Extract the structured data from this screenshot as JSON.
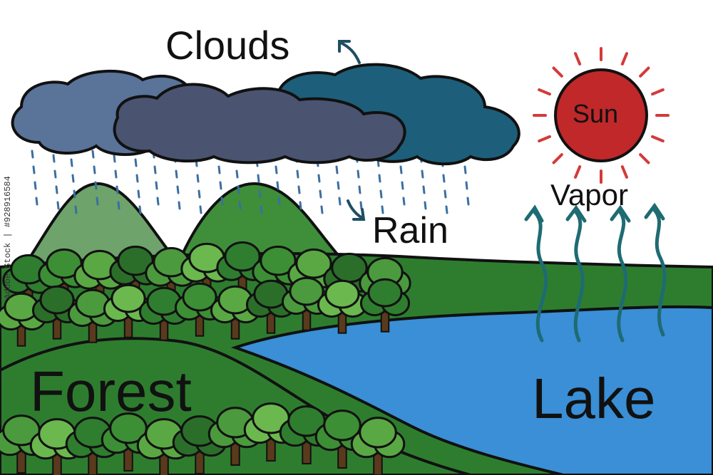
{
  "labels": {
    "clouds": "Clouds",
    "rain": "Rain",
    "vapor": "Vapor",
    "sun": "Sun",
    "forest": "Forest",
    "lake": "Lake"
  },
  "side_text": "Adobe Stock | #928916584",
  "colors": {
    "sky": "#ffffff",
    "cloud_left": "#5a7399",
    "cloud_mid": "#4a5470",
    "cloud_right": "#1d5f7a",
    "sun": "#c0282a",
    "sun_rays": "#d43a3a",
    "vapor_arrows": "#1e6b73",
    "rain_drops": "#3b6fa0",
    "hills_light": "#6ea36b",
    "hills": "#3f8f3a",
    "grass": "#2e7d2f",
    "lake": "#3a8fd6",
    "outline": "#111111"
  }
}
